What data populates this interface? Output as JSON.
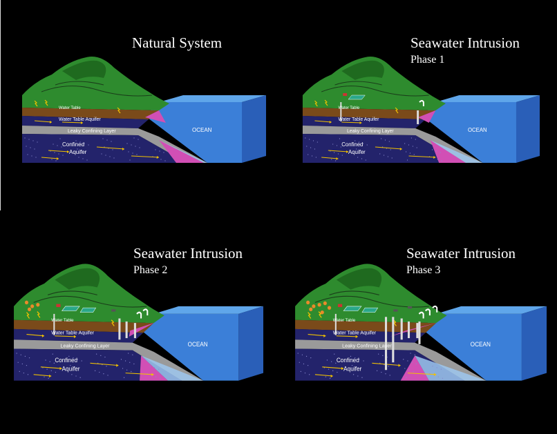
{
  "panels": [
    {
      "title": "Natural System",
      "subtitle": "",
      "labels": {
        "water_table": "Water Table",
        "water_table_aquifer": "Water Table Aquifer",
        "leaky_layer": "Leaky Confining Layer",
        "confined": "Confined",
        "aquifer": "Aquifer",
        "ocean": "OCEAN"
      }
    },
    {
      "title": "Seawater Intrusion",
      "subtitle": "Phase 1",
      "labels": {
        "water_table": "Water Table",
        "water_table_aquifer": "Water Table Aquifer",
        "leaky_layer": "Leaky Confining Layer",
        "confined": "Confined",
        "aquifer": "Aquifer",
        "ocean": "OCEAN"
      }
    },
    {
      "title": "Seawater Intrusion",
      "subtitle": "Phase 2",
      "labels": {
        "water_table": "Water Table",
        "water_table_aquifer": "Water Table Aquifer",
        "leaky_layer": "Leaky Confining Layer",
        "confined": "Confined",
        "aquifer": "Aquifer",
        "ocean": "OCEAN"
      }
    },
    {
      "title": "Seawater Intrusion",
      "subtitle": "Phase 3",
      "labels": {
        "water_table": "Water Table",
        "water_table_aquifer": "Water Table Aquifer",
        "leaky_layer": "Leaky Confining Layer",
        "confined": "Confined",
        "aquifer": "Aquifer",
        "ocean": "OCEAN"
      }
    }
  ],
  "colors": {
    "background": "#000000",
    "ocean_front": "#3b7fd8",
    "ocean_top": "#5fa6ea",
    "ocean_side": "#2a5fb8",
    "seawater_wedge": "#9ec7ee",
    "land_green": "#2e8b2e",
    "land_dark": "#1f6a1f",
    "soil_brown": "#7a4a1a",
    "aquifer_navy": "#23236b",
    "confining_gray": "#9a9a9a",
    "interface_magenta": "#d14fb5",
    "flow_arrow": "#f2c200"
  }
}
